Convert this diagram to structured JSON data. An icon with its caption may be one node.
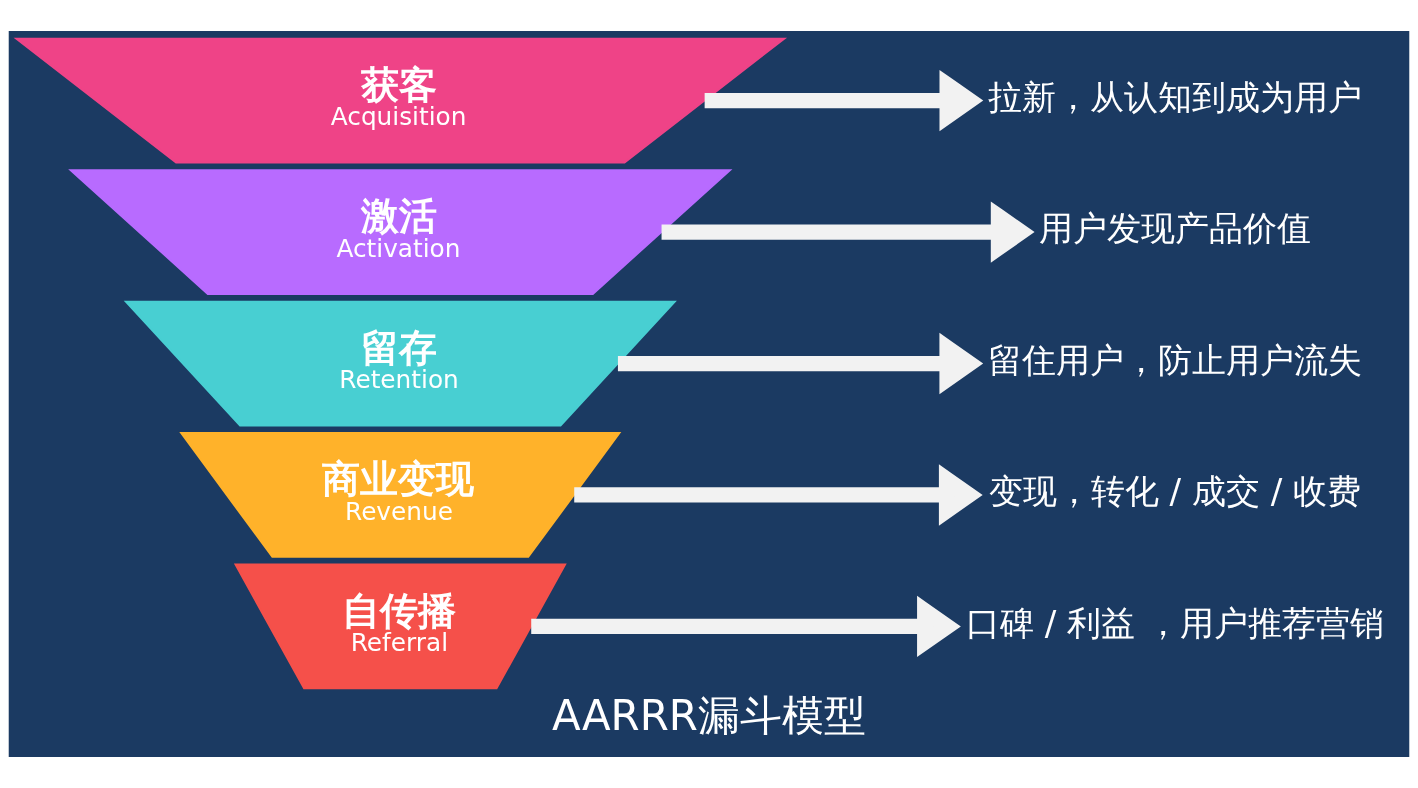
{
  "diagram": {
    "caption": "AARRR漏斗模型",
    "nodes": [
      {
        "text": [
          "获客",
          "Acquisition"
        ]
      },
      {
        "text": [
          "激活",
          "Activation"
        ]
      },
      {
        "text": [
          "留存",
          "Retention"
        ]
      },
      {
        "text": [
          "商业变现",
          "Revenue"
        ]
      },
      {
        "text": [
          "自传播",
          "Referral"
        ]
      },
      {
        "text": [
          "拉新，从认知到成为用户"
        ]
      },
      {
        "text": [
          "用户发现产品价值"
        ]
      },
      {
        "text": [
          "留住用户，防止用户流失"
        ]
      },
      {
        "text": [
          "变现，转化 / 成交 / 收费"
        ]
      },
      {
        "text": [
          "口碑 / 利益 ，用户推荐营销"
        ]
      }
    ],
    "edges": [
      {
        "from": 0,
        "to": 5,
        "arrow": "to"
      },
      {
        "from": 1,
        "to": 6,
        "arrow": "to"
      },
      {
        "from": 2,
        "to": 7,
        "arrow": "to"
      },
      {
        "from": 3,
        "to": 8,
        "arrow": "to"
      },
      {
        "from": 4,
        "to": 9,
        "arrow": "to"
      }
    ]
  }
}
